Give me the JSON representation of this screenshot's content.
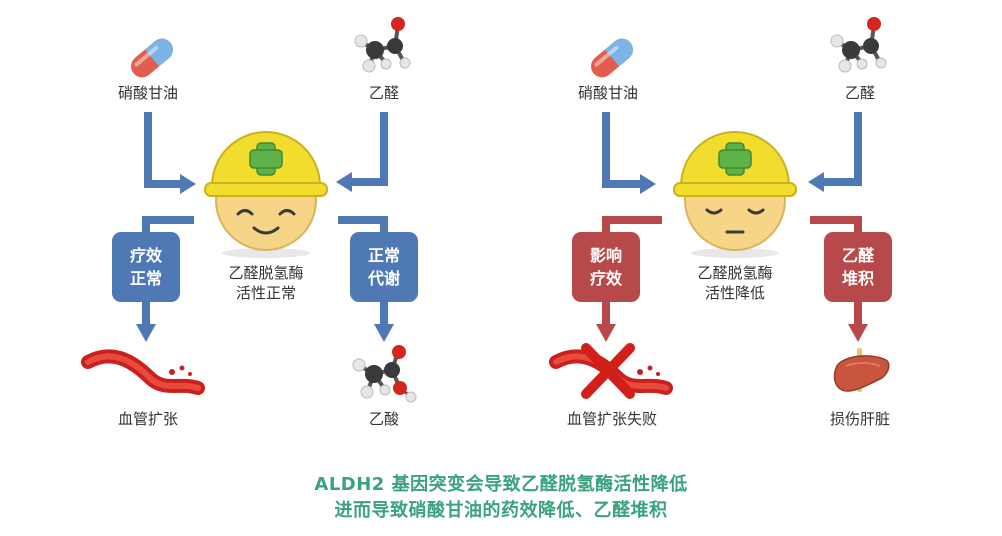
{
  "left": {
    "drug_label": "硝酸甘油",
    "ethanal_label": "乙醛",
    "enzyme_label_1": "乙醛脱氢酶",
    "enzyme_label_2": "活性正常",
    "effect_box": [
      "疗效",
      "正常"
    ],
    "metab_box": [
      "正常",
      "代谢"
    ],
    "result_left": "血管扩张",
    "result_right": "乙酸"
  },
  "right": {
    "drug_label": "硝酸甘油",
    "ethanal_label": "乙醛",
    "enzyme_label_1": "乙醛脱氢酶",
    "enzyme_label_2": "活性降低",
    "effect_box": [
      "影响",
      "疗效"
    ],
    "metab_box": [
      "乙醛",
      "堆积"
    ],
    "result_left": "血管扩张失败",
    "result_right": "损伤肝脏"
  },
  "caption": {
    "line1": "ALDH2 基因突变会导致乙醛脱氢酶活性降低",
    "line2": "进而导致硝酸甘油的药效降低、乙醛堆积"
  },
  "colors": {
    "blue": "#4f79b5",
    "red": "#b8494a",
    "caption": "#3aa183",
    "helmet": "#f2dc2e",
    "face": "#f6d686"
  }
}
